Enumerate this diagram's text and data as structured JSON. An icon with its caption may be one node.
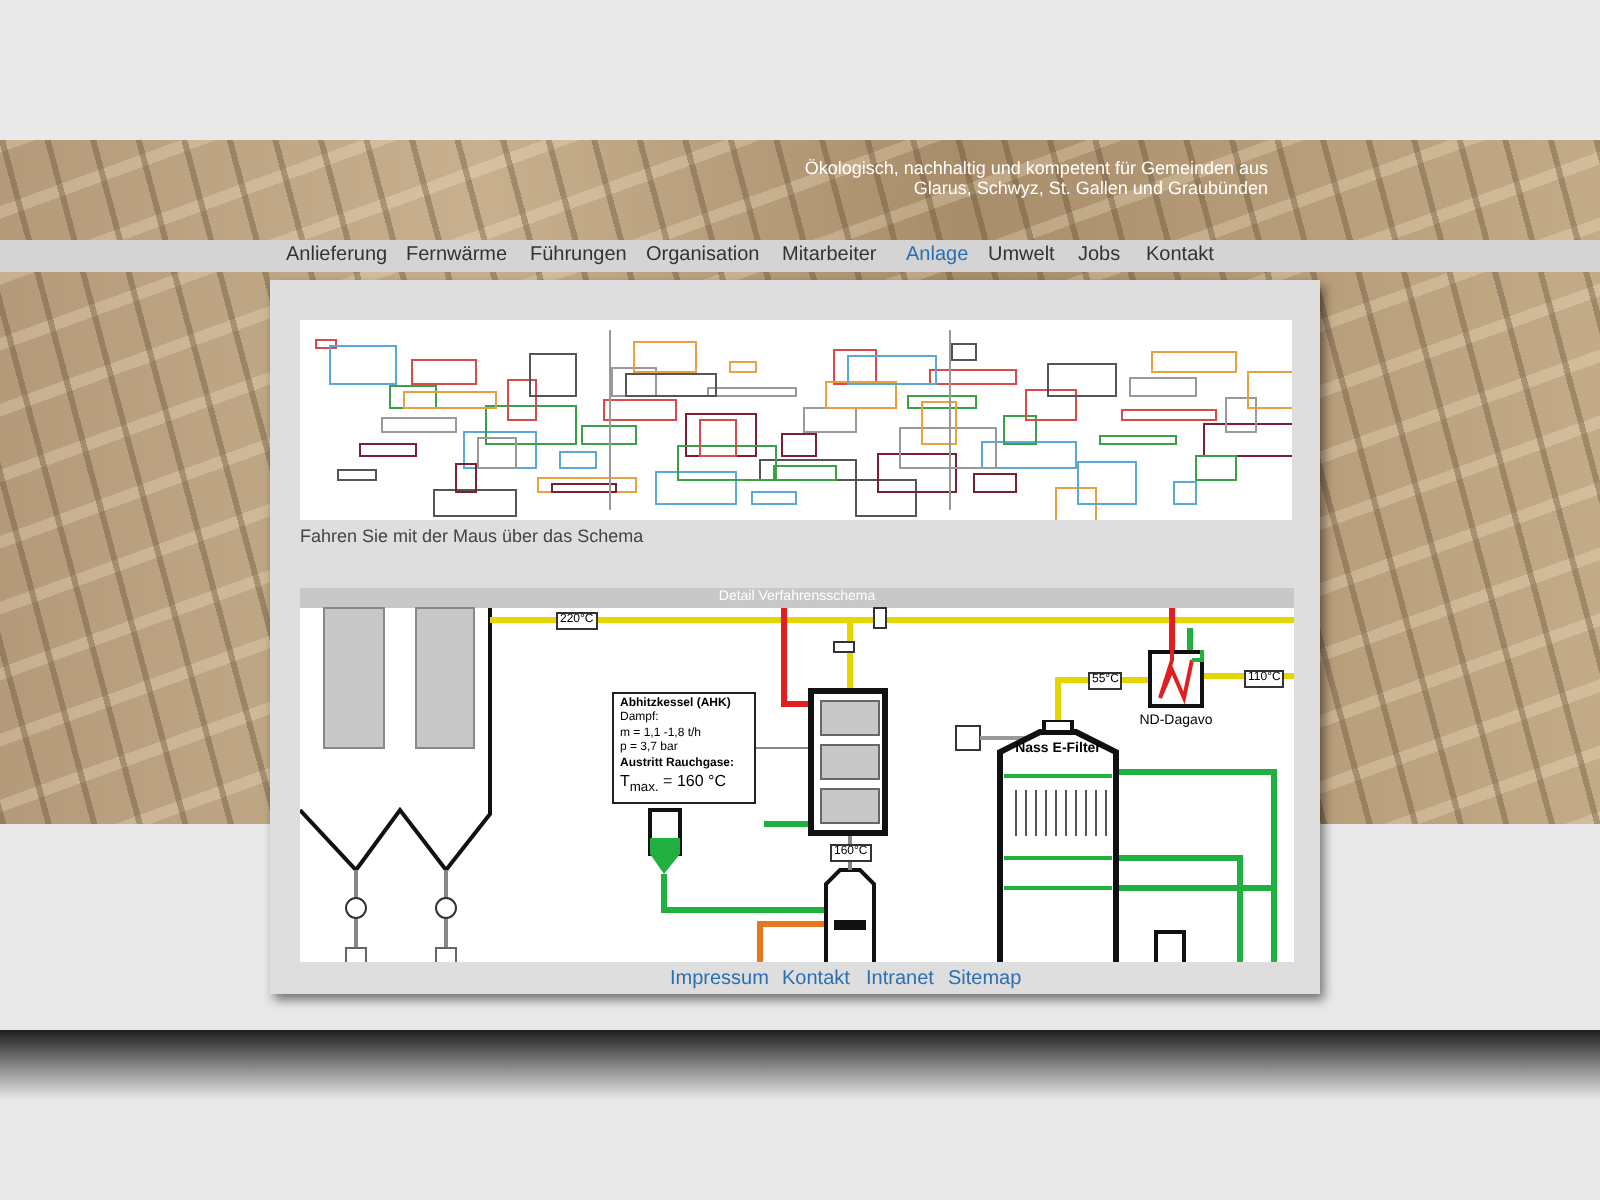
{
  "diagram": {
    "nodes": [
      {
        "text": [
          "Abhitzkessel (AHK)",
          "Dampf:",
          "m = 1,1 -1,8 t/h",
          "p = 3,7 bar",
          "Austritt Rauchgase:",
          "T$_{max.}$ = 160 °C"
        ]
      },
      {
        "text": [],
        "shape": "box",
        "beside": [
          "160°C"
        ]
      },
      {
        "text": [
          "Nass E-Filter"
        ]
      },
      {
        "text": [
          "ND-Dagavo"
        ]
      }
    ],
    "edges": [
      {
        "from": 0,
        "to": 1,
        "arrow": "none",
        "color": "#888888"
      },
      {
        "from": 2,
        "to": 3,
        "arrow": "none",
        "label": "55°C",
        "style": "thick",
        "color": "#e6d600"
      }
    ],
    "labels": [
      "Ökologisch, nachhaltig und kompetent für Gemeinden aus Glarus, Schwyz, St. Gallen und Graubünden",
      "Anlieferung",
      "Fernwärme",
      "Führungen",
      "Organisation",
      "Mitarbeiter",
      "Anlage",
      "Umwelt",
      "Jobs",
      "Kontakt",
      "Fahren Sie mit der Maus über das Schema",
      "Detail Verfahrensschema",
      "220°C",
      "110°C",
      "Impressum",
      "Kontakt",
      "Intranet",
      "Sitemap"
    ]
  }
}
